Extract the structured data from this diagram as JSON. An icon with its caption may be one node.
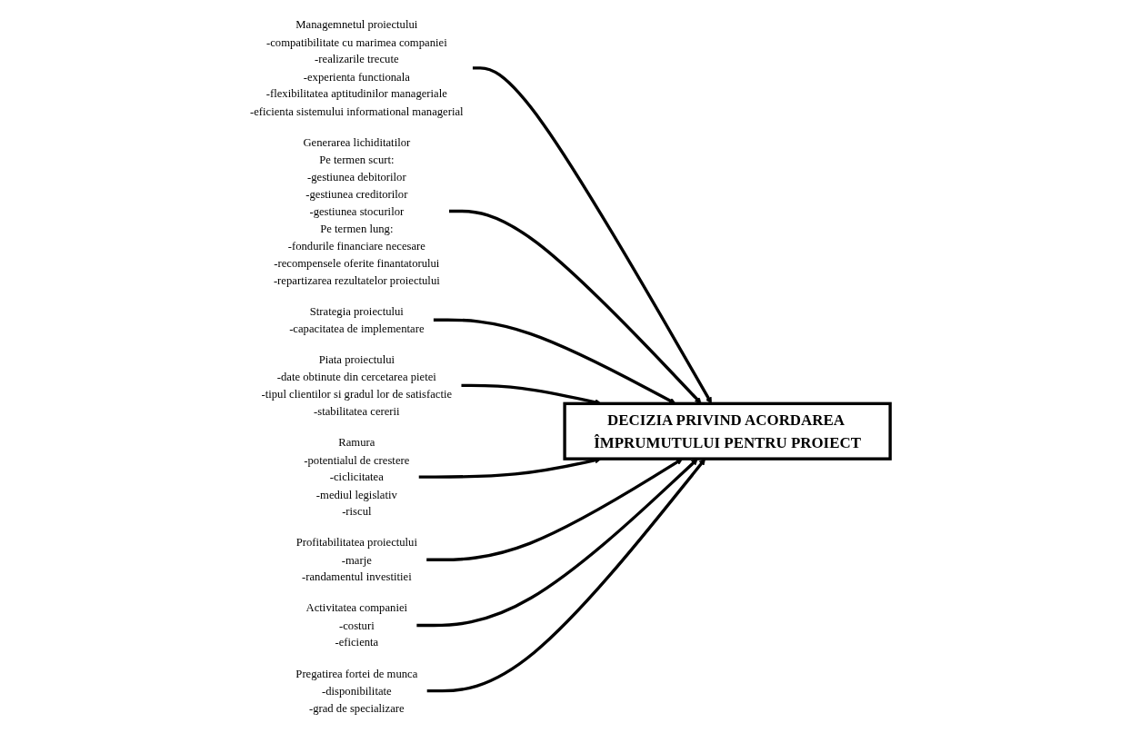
{
  "diagram": {
    "nodes": [
      {
        "text": [
          "Managemnetul proiectului",
          "-compatibilitate cu marimea companiei",
          "-realizarile trecute",
          "-experienta functionala",
          "-flexibilitatea aptitudinilor manageriale",
          "-eficienta sistemului informational managerial"
        ]
      },
      {
        "text": [
          "Generarea lichiditatilor",
          "Pe termen scurt:",
          "-gestiunea debitorilor",
          "-gestiunea creditorilor",
          "-gestiunea stocurilor",
          "Pe termen lung:",
          "-fondurile financiare necesare",
          "-recompensele oferite finantatorului",
          "-repartizarea rezultatelor proiectului"
        ]
      },
      {
        "text": [
          "Strategia proiectului",
          "-capacitatea de implementare"
        ]
      },
      {
        "text": [
          "DECIZIA PRIVIND ACORDAREA ÎMPRUMUTULUI PENTRU PROIECT"
        ]
      },
      {
        "text": [
          "Piata proiectului",
          "-date obtinute din cercetarea pietei",
          "-tipul clientilor si gradul lor de satisfactie",
          "-stabilitatea cererii"
        ]
      },
      {
        "text": [
          "Ramura",
          "-potentialul de crestere",
          "-ciclicitatea",
          "-mediul legislativ",
          "-riscul"
        ]
      },
      {
        "text": [
          "Profitabilitatea proiectului",
          "-marje",
          "-randamentul investitiei"
        ]
      },
      {
        "text": [
          "Activitatea companiei",
          "-costuri",
          "-eficienta"
        ]
      },
      {
        "text": [
          "Pregatirea fortei de munca",
          "-disponibilitate",
          "-grad de specializare"
        ]
      }
    ],
    "edges": [
      {
        "from": 0,
        "to": 3,
        "arrow": "to"
      },
      {
        "from": 1,
        "to": 3,
        "arrow": "to"
      },
      {
        "from": 2,
        "to": 3,
        "arrow": "to"
      },
      {
        "from": 4,
        "to": 3,
        "arrow": "to"
      },
      {
        "from": 5,
        "to": 3,
        "arrow": "to"
      },
      {
        "from": 6,
        "to": 3,
        "arrow": "to"
      },
      {
        "from": 7,
        "to": 3,
        "arrow": "to"
      },
      {
        "from": 8,
        "to": 3,
        "arrow": "to"
      }
    ]
  }
}
